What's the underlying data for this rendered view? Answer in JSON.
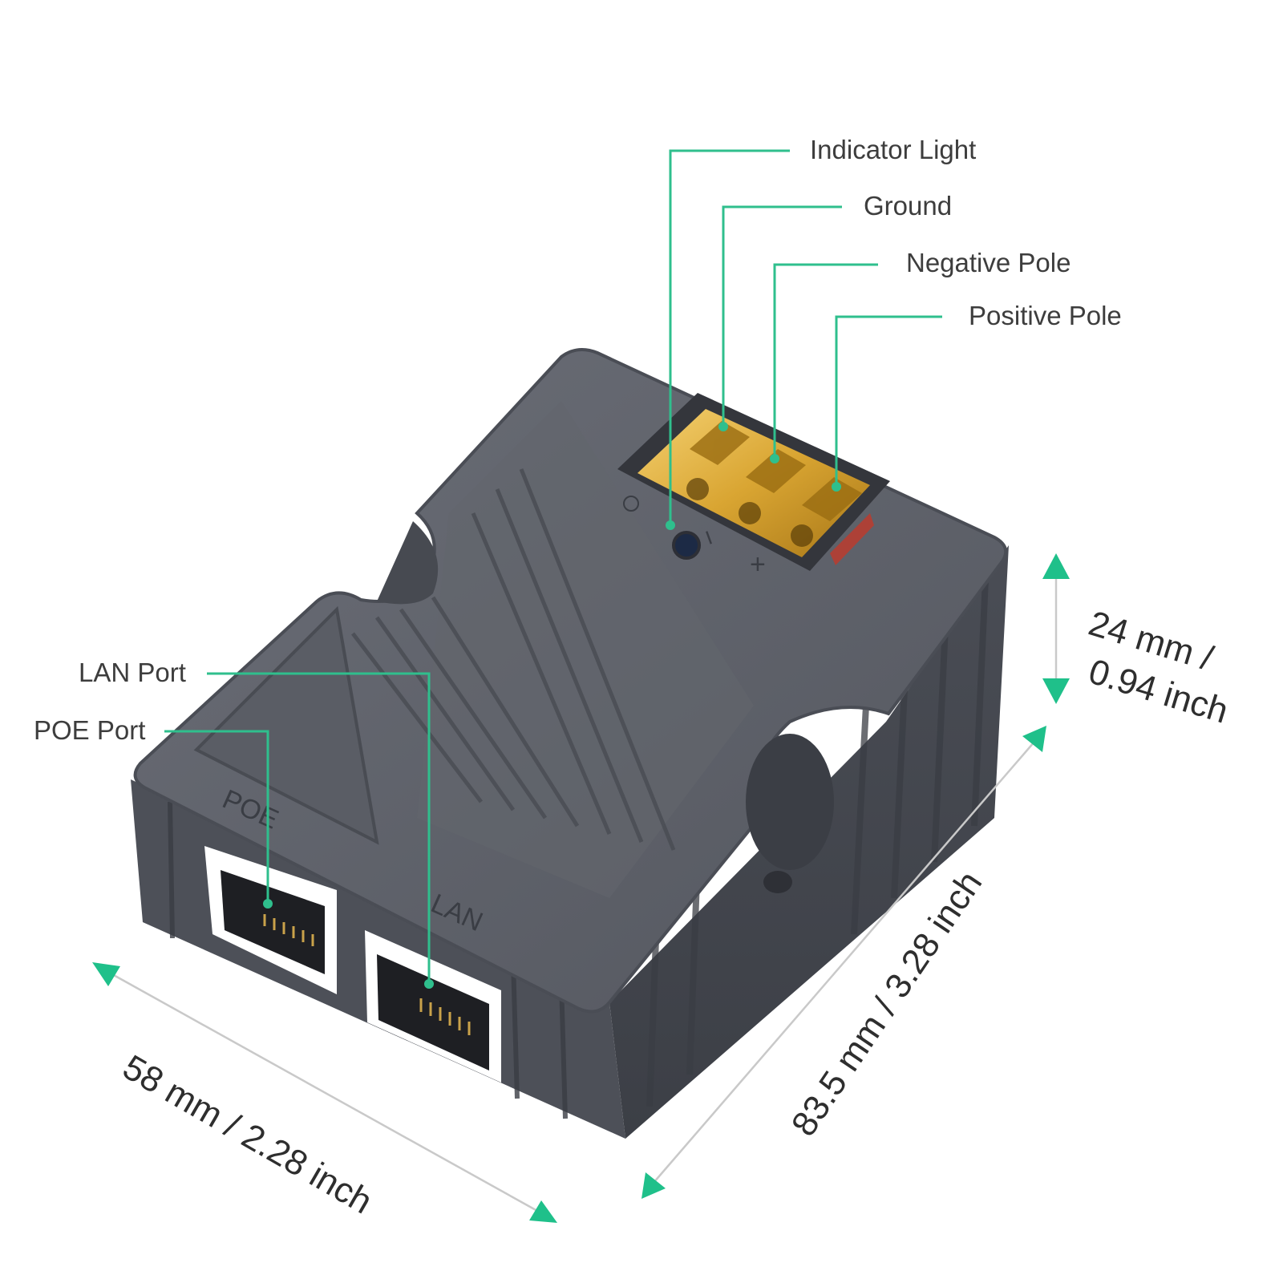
{
  "callouts": {
    "indicator_light": "Indicator Light",
    "ground": "Ground",
    "negative_pole": "Negative Pole",
    "positive_pole": "Positive Pole",
    "lan_port": "LAN Port",
    "poe_port": "POE Port"
  },
  "dimensions": {
    "height_line1": "24 mm /",
    "height_line2": "0.94 inch",
    "length": "83.5 mm / 3.28 inch",
    "width": "58 mm / 2.28 inch"
  },
  "device_markings": {
    "poe": "POE",
    "lan": "LAN",
    "minus": "−",
    "plus": "+"
  },
  "colors": {
    "accent": "#2fbf8d",
    "housing": "#5c5f67",
    "terminal": "#e0b43a"
  }
}
